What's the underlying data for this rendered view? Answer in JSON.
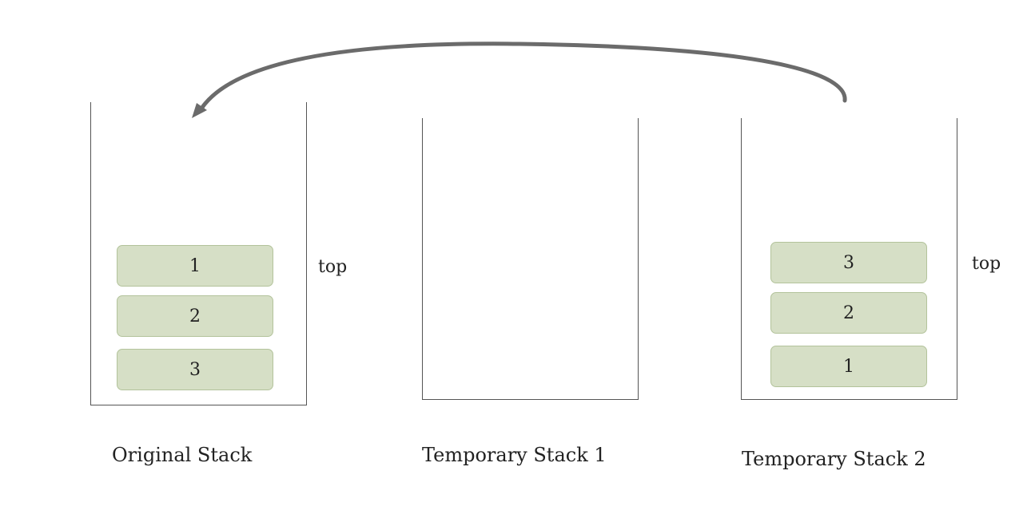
{
  "stacks": [
    {
      "caption": "Original Stack",
      "items": [
        "1",
        "2",
        "3"
      ],
      "top_label": "top"
    },
    {
      "caption": "Temporary Stack 1",
      "items": []
    },
    {
      "caption": "Temporary Stack 2",
      "items": [
        "3",
        "2",
        "1"
      ],
      "top_label": "top"
    }
  ],
  "colors": {
    "item_fill": "#d6dfc6",
    "item_border": "#b3c39b",
    "arrow": "#6b6b6b",
    "outline": "#555555"
  },
  "arrow": {
    "from": "Temporary Stack 2",
    "to": "Original Stack"
  }
}
